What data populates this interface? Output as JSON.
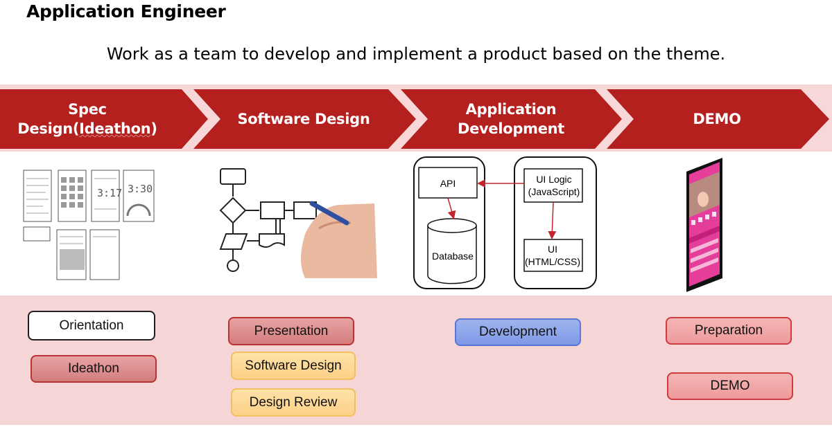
{
  "header": {
    "title": "Application Engineer",
    "subtitle": "Work as a team to develop and implement a product based on the theme."
  },
  "stages": [
    {
      "label": "Spec Design(Ideathon)"
    },
    {
      "label": "Software Design"
    },
    {
      "label_line1": "Application",
      "label_line2": "Development"
    },
    {
      "label": "DEMO"
    }
  ],
  "architecture": {
    "api": "API",
    "database": "Database",
    "ui_logic_line1": "UI Logic",
    "ui_logic_line2": "(JavaScript)",
    "ui_line1": "UI",
    "ui_line2": "(HTML/CSS)"
  },
  "flow_sketch_digits": "3:30",
  "flow_sketch_digits2": "3:17",
  "tasks": {
    "orientation": "Orientation",
    "ideathon": "Ideathon",
    "presentation": "Presentation",
    "software_design": "Software Design",
    "design_review": "Design Review",
    "development": "Development",
    "preparation": "Preparation",
    "demo": "DEMO"
  },
  "colors": {
    "chevron": "#b3201d",
    "band": "#f8d7d9",
    "arrow": "#c0262b"
  }
}
